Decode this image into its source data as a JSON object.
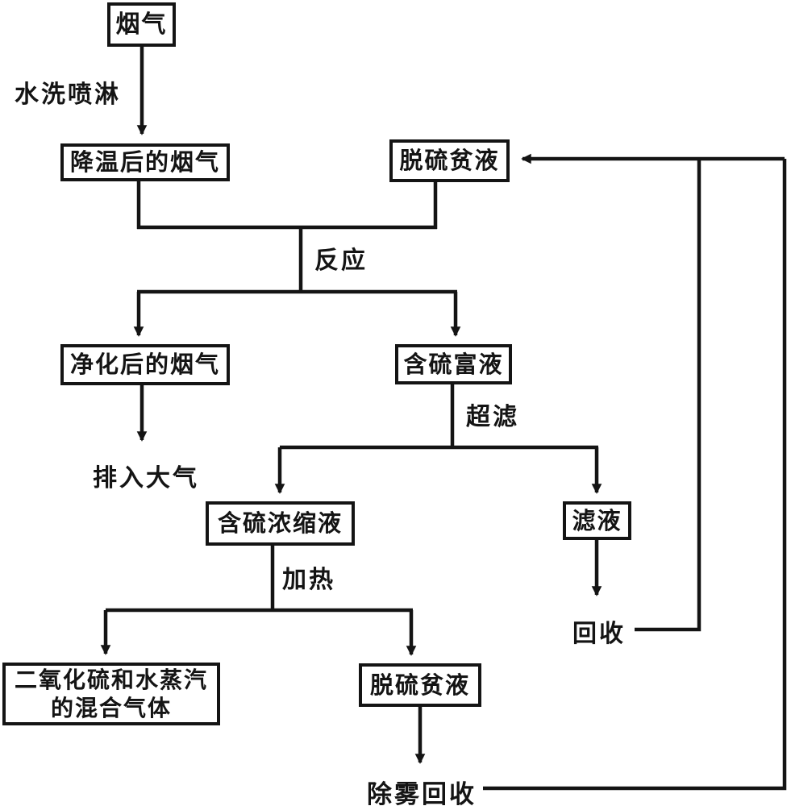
{
  "colors": {
    "ink": "#141414",
    "background": "#ffffff"
  },
  "diagram_type": "process-flowchart",
  "nodes": [
    {
      "id": "flue-gas",
      "label": "烟气"
    },
    {
      "id": "cooled-flue-gas",
      "label": "降温后的烟气"
    },
    {
      "id": "lean-solution-top",
      "label": "脱硫贫液"
    },
    {
      "id": "purified-flue-gas",
      "label": "净化后的烟气"
    },
    {
      "id": "sulfur-rich-solution",
      "label": "含硫富液"
    },
    {
      "id": "sulfur-concentrate",
      "label": "含硫浓缩液"
    },
    {
      "id": "filtrate",
      "label": "滤液"
    },
    {
      "id": "so2-steam-mixture",
      "label": "二氧化硫和水蒸汽\n的混合气体"
    },
    {
      "id": "lean-solution-bottom",
      "label": "脱硫贫液"
    }
  ],
  "labels": [
    {
      "id": "water-wash-spray",
      "text": "水洗喷淋"
    },
    {
      "id": "reaction",
      "text": "反应"
    },
    {
      "id": "ultrafiltration",
      "text": "超滤"
    },
    {
      "id": "discharge-to-atmosphere",
      "text": "排入大气"
    },
    {
      "id": "heating",
      "text": "加热"
    },
    {
      "id": "recovery",
      "text": "回收"
    },
    {
      "id": "demist-recovery",
      "text": "除雾回收"
    }
  ],
  "edges": [
    {
      "from": "flue-gas",
      "to": "cooled-flue-gas",
      "via": "water-wash-spray"
    },
    {
      "from": "cooled-flue-gas",
      "to": "reaction-junction"
    },
    {
      "from": "lean-solution-top",
      "to": "reaction-junction",
      "via": "reaction"
    },
    {
      "from": "reaction-junction",
      "to": "purified-flue-gas"
    },
    {
      "from": "reaction-junction",
      "to": "sulfur-rich-solution"
    },
    {
      "from": "purified-flue-gas",
      "to": "discharge-to-atmosphere"
    },
    {
      "from": "sulfur-rich-solution",
      "to": "ultrafiltration-junction",
      "via": "ultrafiltration"
    },
    {
      "from": "ultrafiltration-junction",
      "to": "sulfur-concentrate"
    },
    {
      "from": "ultrafiltration-junction",
      "to": "filtrate"
    },
    {
      "from": "filtrate",
      "to": "recovery"
    },
    {
      "from": "recovery",
      "to": "lean-solution-top"
    },
    {
      "from": "sulfur-concentrate",
      "to": "heating-junction",
      "via": "heating"
    },
    {
      "from": "heating-junction",
      "to": "so2-steam-mixture"
    },
    {
      "from": "heating-junction",
      "to": "lean-solution-bottom"
    },
    {
      "from": "lean-solution-bottom",
      "to": "demist-recovery"
    },
    {
      "from": "demist-recovery",
      "to": "lean-solution-top"
    }
  ]
}
